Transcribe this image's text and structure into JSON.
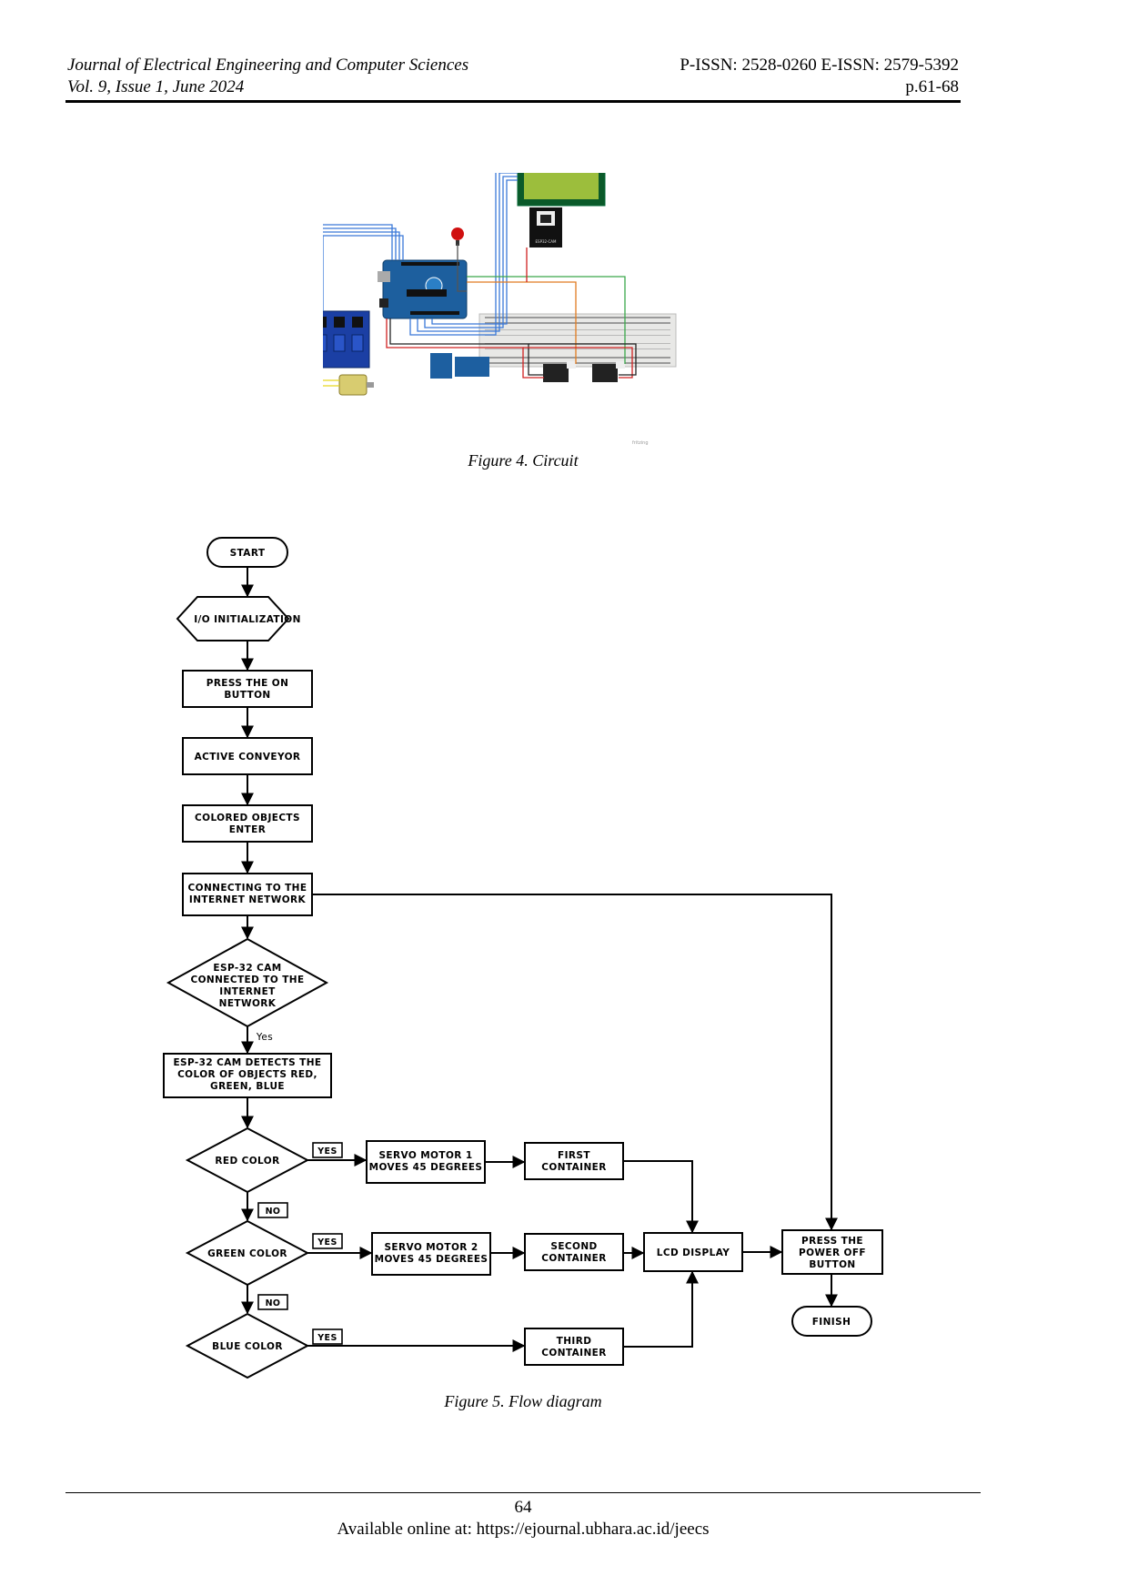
{
  "header": {
    "journal": "Journal of Electrical Engineering and Computer Sciences",
    "volume": "Vol. 9, Issue 1, June 2024",
    "issn": "P-ISSN: 2528-0260 E-ISSN: 2579-5392",
    "pages": "p.61-68"
  },
  "figure4": {
    "caption": "Figure 4. Circuit",
    "watermark": "fritzing",
    "board_label": "ESP32-CAM"
  },
  "figure5": {
    "caption": "Figure 5. Flow diagram",
    "nodes": {
      "start": "START",
      "io_init": "I/O INITIALIZATION",
      "press_on_1": "PRESS THE ON",
      "press_on_2": "BUTTON",
      "conveyor": "ACTIVE CONVEYOR",
      "colored_1": "COLORED OBJECTS",
      "colored_2": "ENTER",
      "connecting_1": "CONNECTING TO THE",
      "connecting_2": "INTERNET NETWORK",
      "esp_conn_1": "ESP-32 CAM",
      "esp_conn_2": "CONNECTED TO THE",
      "esp_conn_3": "INTERNET",
      "esp_conn_4": "NETWORK",
      "esp_yes": "Yes",
      "detect_1": "ESP-32 CAM DETECTS THE",
      "detect_2": "COLOR OF OBJECTS RED,",
      "detect_3": "GREEN, BLUE",
      "red": "RED COLOR",
      "green": "GREEN COLOR",
      "blue": "BLUE COLOR",
      "yes": "YES",
      "no": "NO",
      "servo1_1": "SERVO MOTOR 1",
      "servo1_2": "MOVES 45 DEGREES",
      "servo2_1": "SERVO MOTOR 2",
      "servo2_2": "MOVES 45 DEGREES",
      "first_1": "FIRST",
      "first_2": "CONTAINER",
      "second_1": "SECOND",
      "second_2": "CONTAINER",
      "third_1": "THIRD",
      "third_2": "CONTAINER",
      "lcd": "LCD DISPLAY",
      "power_off_1": "PRESS THE",
      "power_off_2": "POWER OFF",
      "power_off_3": "BUTTON",
      "finish": "FINISH"
    }
  },
  "footer": {
    "page_number": "64",
    "available": "Available online at: https://ejournal.ubhara.ac.id/jeecs"
  }
}
